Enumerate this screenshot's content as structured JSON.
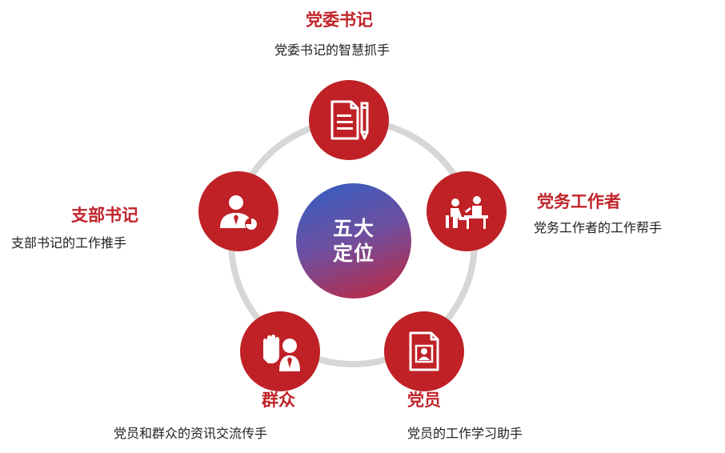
{
  "center": {
    "line1": "五大",
    "line2": "定位"
  },
  "roles": [
    {
      "title": "党委书记",
      "desc": "党委书记的智慧抓手",
      "icon": "document-pen-icon"
    },
    {
      "title": "党务工作者",
      "desc": "党务工作者的工作帮手",
      "icon": "office-work-icon"
    },
    {
      "title": "党员",
      "desc": "党员的工作学习助手",
      "icon": "profile-card-icon"
    },
    {
      "title": "群众",
      "desc": "党员和群众的资讯交流传手",
      "icon": "raised-hand-person-icon"
    },
    {
      "title": "支部书记",
      "desc": "支部书记的工作推手",
      "icon": "manager-chart-icon"
    }
  ],
  "colors": {
    "node": "#bf2126",
    "title": "#c0242a",
    "ring": "#d7d7d7",
    "center_gradient": [
      "#2f5fc4",
      "#6e4fa0",
      "#c4263a"
    ]
  }
}
